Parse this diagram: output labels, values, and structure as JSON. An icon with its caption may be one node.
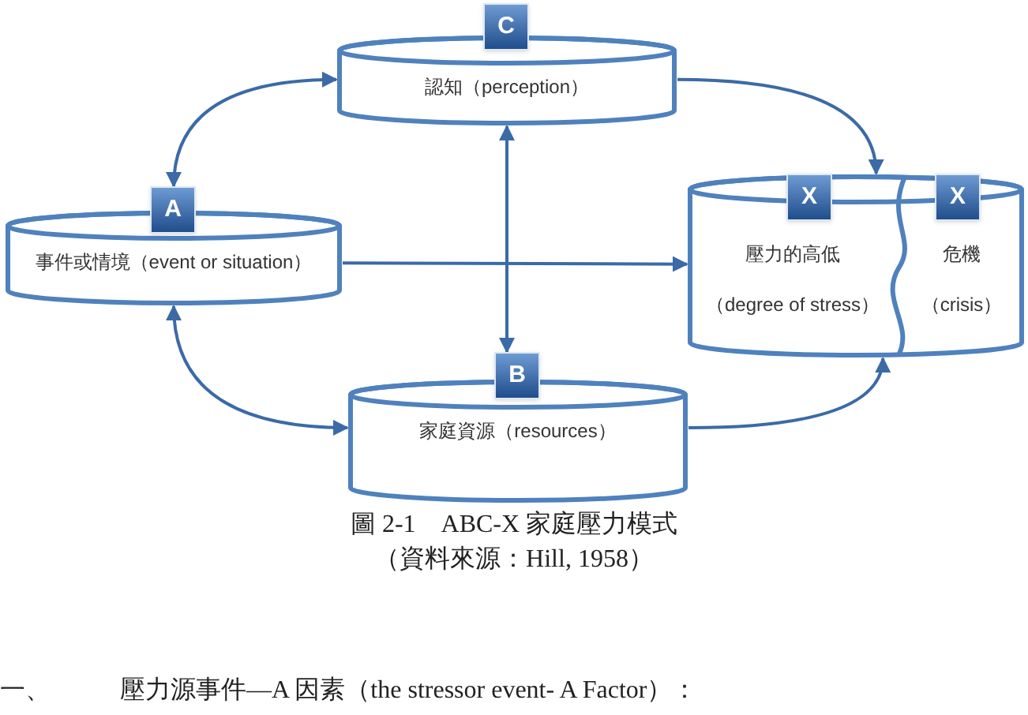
{
  "diagram": {
    "caption": "圖 2-1　ABC-X 家庭壓力模式",
    "nodes": [
      {
        "text": [
          "C",
          "認知（perception）"
        ]
      },
      {
        "text": [
          "A",
          "事件或情境（event or situation）"
        ]
      },
      {
        "text": [],
        "shape": "cylinder"
      },
      {
        "text": [
          "X",
          "壓力的高低",
          "（degree of stress）"
        ],
        "in": 2
      },
      {
        "text": [
          "X",
          "危機",
          "（crisis）"
        ],
        "in": 2
      },
      {
        "text": [
          "B",
          "家庭資源（resources）"
        ]
      }
    ],
    "edges": [
      {
        "from": 0,
        "to": 1,
        "arrow": "both"
      },
      {
        "from": 0,
        "to": 2,
        "arrow": "to"
      },
      {
        "from": 1,
        "to": 2,
        "arrow": "to"
      },
      {
        "from": 0,
        "to": 5,
        "arrow": "both"
      },
      {
        "from": 1,
        "to": 5,
        "arrow": "both"
      },
      {
        "from": 5,
        "to": 2,
        "arrow": "to"
      }
    ],
    "labels": [
      "（資料來源：Hill, 1958）",
      "一、",
      "壓力源事件—A 因素（the stressor event- A Factor）："
    ]
  }
}
